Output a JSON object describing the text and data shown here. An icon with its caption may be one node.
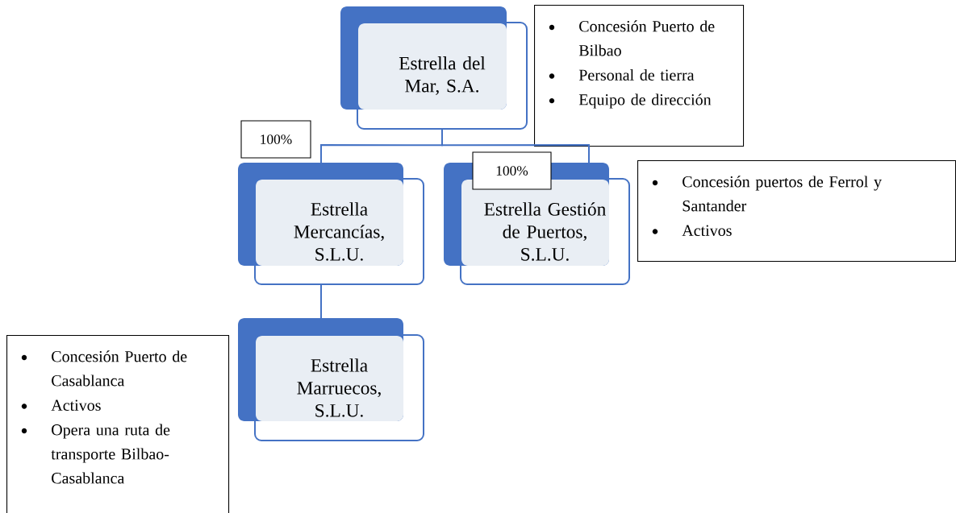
{
  "diagram": {
    "nodes": [
      {
        "text": [
          "Estrella del Mar, S.A."
        ]
      },
      {
        "text": [
          "Concesión Puerto de Bilbao",
          "Personal de tierra",
          "Equipo de dirección"
        ]
      },
      {
        "text": [
          "100%"
        ]
      },
      {
        "text": [
          "Estrella Mercancías, S.L.U."
        ]
      },
      {
        "text": [
          "100%"
        ]
      },
      {
        "text": [
          "Estrella Gestión de Puertos, S.L.U."
        ]
      },
      {
        "text": [
          "Concesión puertos de Ferrol y Santander",
          "Activos"
        ]
      },
      {
        "text": [
          "Estrella Marruecos, S.L.U."
        ]
      },
      {
        "text": [
          "Concesión Puerto de Casablanca",
          "Activos",
          "Opera una ruta de transporte Bilbao-Casablanca"
        ]
      }
    ],
    "edges": [
      {
        "from": 0,
        "to": 3,
        "arrow": "none"
      },
      {
        "from": 0,
        "to": 5,
        "arrow": "none"
      },
      {
        "from": 3,
        "to": 7,
        "arrow": "none"
      }
    ]
  }
}
